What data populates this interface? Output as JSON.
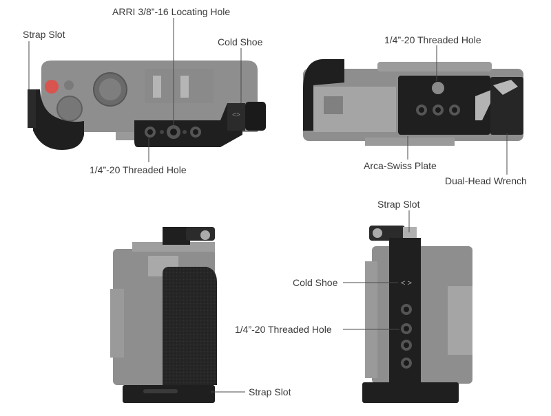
{
  "colors": {
    "camera_gray": "#8e8e8e",
    "camera_dark": "#6f6f6f",
    "cage_black": "#1f1f1f",
    "cage_edge": "#3a3a3a",
    "accent_red": "#d9534f",
    "label_text": "#3a3a3a",
    "leader_line": "#4a4a4a"
  },
  "views": {
    "top": {
      "labels": {
        "strap_slot": "Strap Slot",
        "arri_hole": "ARRI 3/8”-16 Locating Hole",
        "cold_shoe": "Cold Shoe",
        "threaded_hole": "1/4”-20 Threaded Hole"
      }
    },
    "bottom": {
      "labels": {
        "threaded_hole": "1/4”-20 Threaded Hole",
        "arca_plate": "Arca-Swiss Plate",
        "wrench": "Dual-Head Wrench"
      }
    },
    "left_side": {
      "labels": {
        "strap_slot": "Strap Slot"
      }
    },
    "right_side": {
      "labels": {
        "strap_slot": "Strap Slot",
        "cold_shoe": "Cold Shoe",
        "threaded_hole": "1/4”-20 Threaded Hole"
      }
    }
  }
}
